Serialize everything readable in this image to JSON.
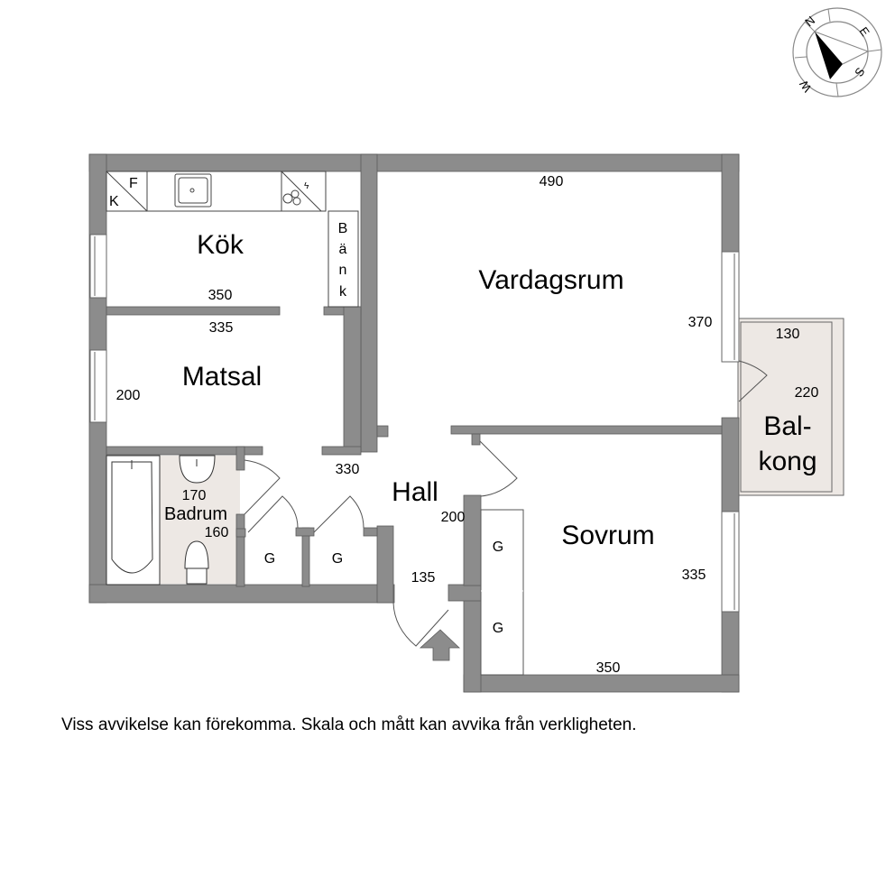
{
  "compass": {
    "labels": {
      "n": "N",
      "e": "E",
      "s": "S",
      "w": "W"
    }
  },
  "rooms": {
    "kok": {
      "label": "Kök",
      "dim": "350"
    },
    "matsal": {
      "label": "Matsal",
      "dim_top": "335",
      "dim_side": "200"
    },
    "vardagsrum": {
      "label": "Vardagsrum",
      "dim_top": "490",
      "dim_side": "370"
    },
    "balkong": {
      "label_line1": "Bal-",
      "label_line2": "kong",
      "dim_top": "130",
      "dim_side": "220"
    },
    "hall": {
      "label": "Hall",
      "dim_top": "330",
      "dim_side": "200",
      "dim_entrance": "135"
    },
    "badrum": {
      "label": "Badrum",
      "dim_top": "170",
      "dim_side": "160"
    },
    "sovrum": {
      "label": "Sovrum",
      "dim_side": "335",
      "dim_bottom": "350"
    }
  },
  "fixtures": {
    "fridge_k": "K",
    "fridge_f": "F",
    "bench_letters": [
      "B",
      "ä",
      "n",
      "k"
    ],
    "closet_label": "G"
  },
  "colors": {
    "wall": "#8c8c8c",
    "wall_stroke": "#5a5a5a",
    "wet_floor": "#ede8e4",
    "line": "#333333"
  },
  "footer": {
    "disclaimer": "Viss avvikelse kan förekomma. Skala och mått kan avvika från verkligheten."
  }
}
